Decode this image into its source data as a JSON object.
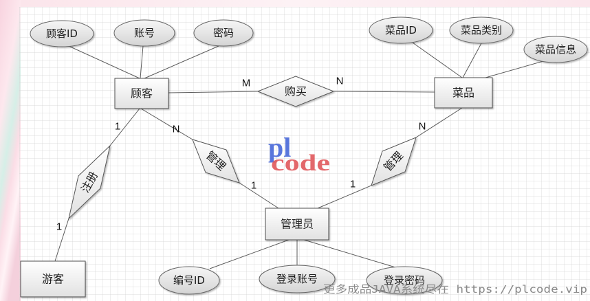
{
  "entities": {
    "customer": {
      "label": "顾客",
      "attributes": [
        "顾客ID",
        "账号",
        "密码"
      ]
    },
    "dish": {
      "label": "菜品",
      "attributes": [
        "菜品ID",
        "菜品类别",
        "菜品信息"
      ]
    },
    "admin": {
      "label": "管理员",
      "attributes": [
        "编号ID",
        "登录账号",
        "登录密码"
      ]
    },
    "guest": {
      "label": "游客",
      "attributes": []
    }
  },
  "relationships": {
    "purchase": {
      "label": "购买",
      "customer_card": "M",
      "dish_card": "N"
    },
    "manage_customer": {
      "label": "管理",
      "customer_card": "N",
      "admin_card": "1"
    },
    "manage_dish": {
      "label": "管理",
      "dish_card": "N",
      "admin_card": "1"
    },
    "register": {
      "label": "注册",
      "customer_card": "1",
      "guest_card": "1"
    }
  },
  "watermark": {
    "logo_top": "pl",
    "logo_bottom": "code",
    "footer": "更多成品JAVA系统尽在 https://plcode.vip"
  },
  "colors": {
    "logo_blue": "#3d5fd6",
    "logo_red": "#e0585c",
    "line": "#5a5a5a",
    "entity_border": "#4d4d4d"
  }
}
